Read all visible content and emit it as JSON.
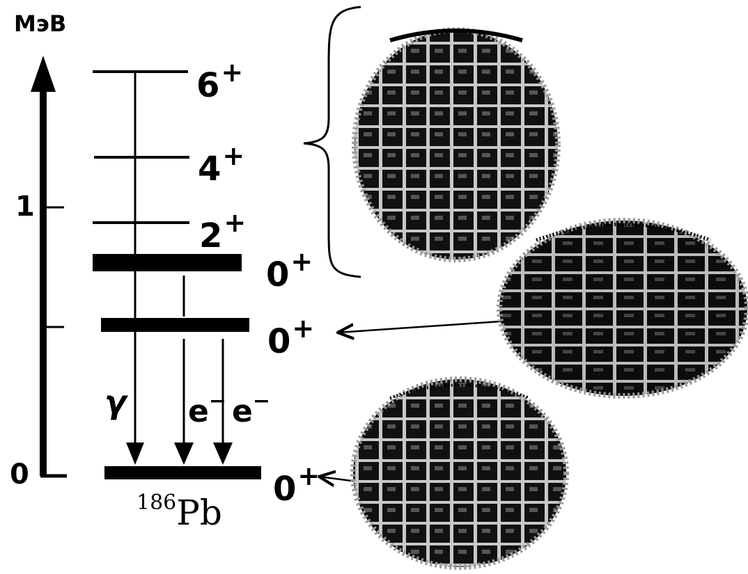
{
  "axis": {
    "unit": "МэВ",
    "ticks": [
      "0",
      "1"
    ]
  },
  "levels": [
    {
      "spin": "6",
      "parity": "+"
    },
    {
      "spin": "4",
      "parity": "+"
    },
    {
      "spin": "2",
      "parity": "+"
    },
    {
      "spin": "0",
      "parity": "+"
    },
    {
      "spin": "0",
      "parity": "+"
    },
    {
      "spin": "0",
      "parity": "+"
    }
  ],
  "transitions": {
    "gamma": "γ",
    "electron": "e",
    "electron_charge": "−"
  },
  "nucleus": {
    "mass_number": "186",
    "symbol": "Pb"
  },
  "shapes": [
    "prolate",
    "oblate",
    "spherical"
  ],
  "colors": {
    "ink": "#000000",
    "mesh_light": "#bdbdbd",
    "mesh_dark": "#111111"
  }
}
